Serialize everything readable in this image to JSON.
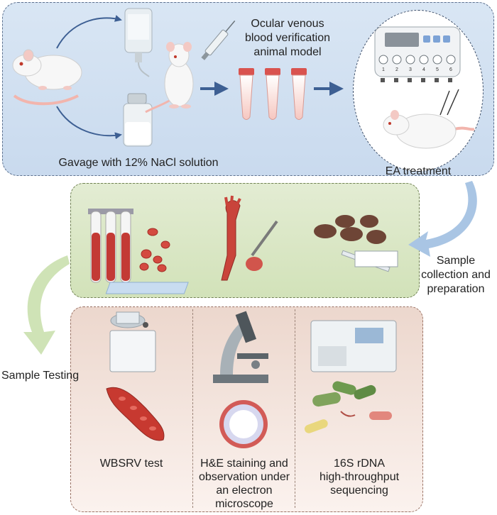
{
  "labels": {
    "gavage": "Gavage with 12% NaCl solution",
    "model_line1": "Ocular venous",
    "model_line2": "blood verification",
    "model_line3": "animal model",
    "ea_treatment": "EA treatment",
    "sample_collection_line1": "Sample",
    "sample_collection_line2": "collection and",
    "sample_collection_line3": "preparation",
    "sample_testing": "Sample Testing",
    "wbsrv": "WBSRV test",
    "he_line1": "H&E staining and",
    "he_line2": "observation under",
    "he_line3": "an electron",
    "he_line4": "microscope",
    "seq_line1": "16S rDNA",
    "seq_line2": "high-throughput",
    "seq_line3": "sequencing"
  },
  "device_buttons": [
    "1",
    "2",
    "3",
    "4",
    "5",
    "6"
  ],
  "colors": {
    "arrow_blue": "#3d5f93",
    "panel_blue": "#d4e2f2",
    "panel_green": "#d8e6c2",
    "panel_red": "#f2e1d9",
    "blood_red": "#c5423c",
    "flow_arrow_blue": "#a9c5e4",
    "flow_arrow_green": "#cfe3b6"
  }
}
